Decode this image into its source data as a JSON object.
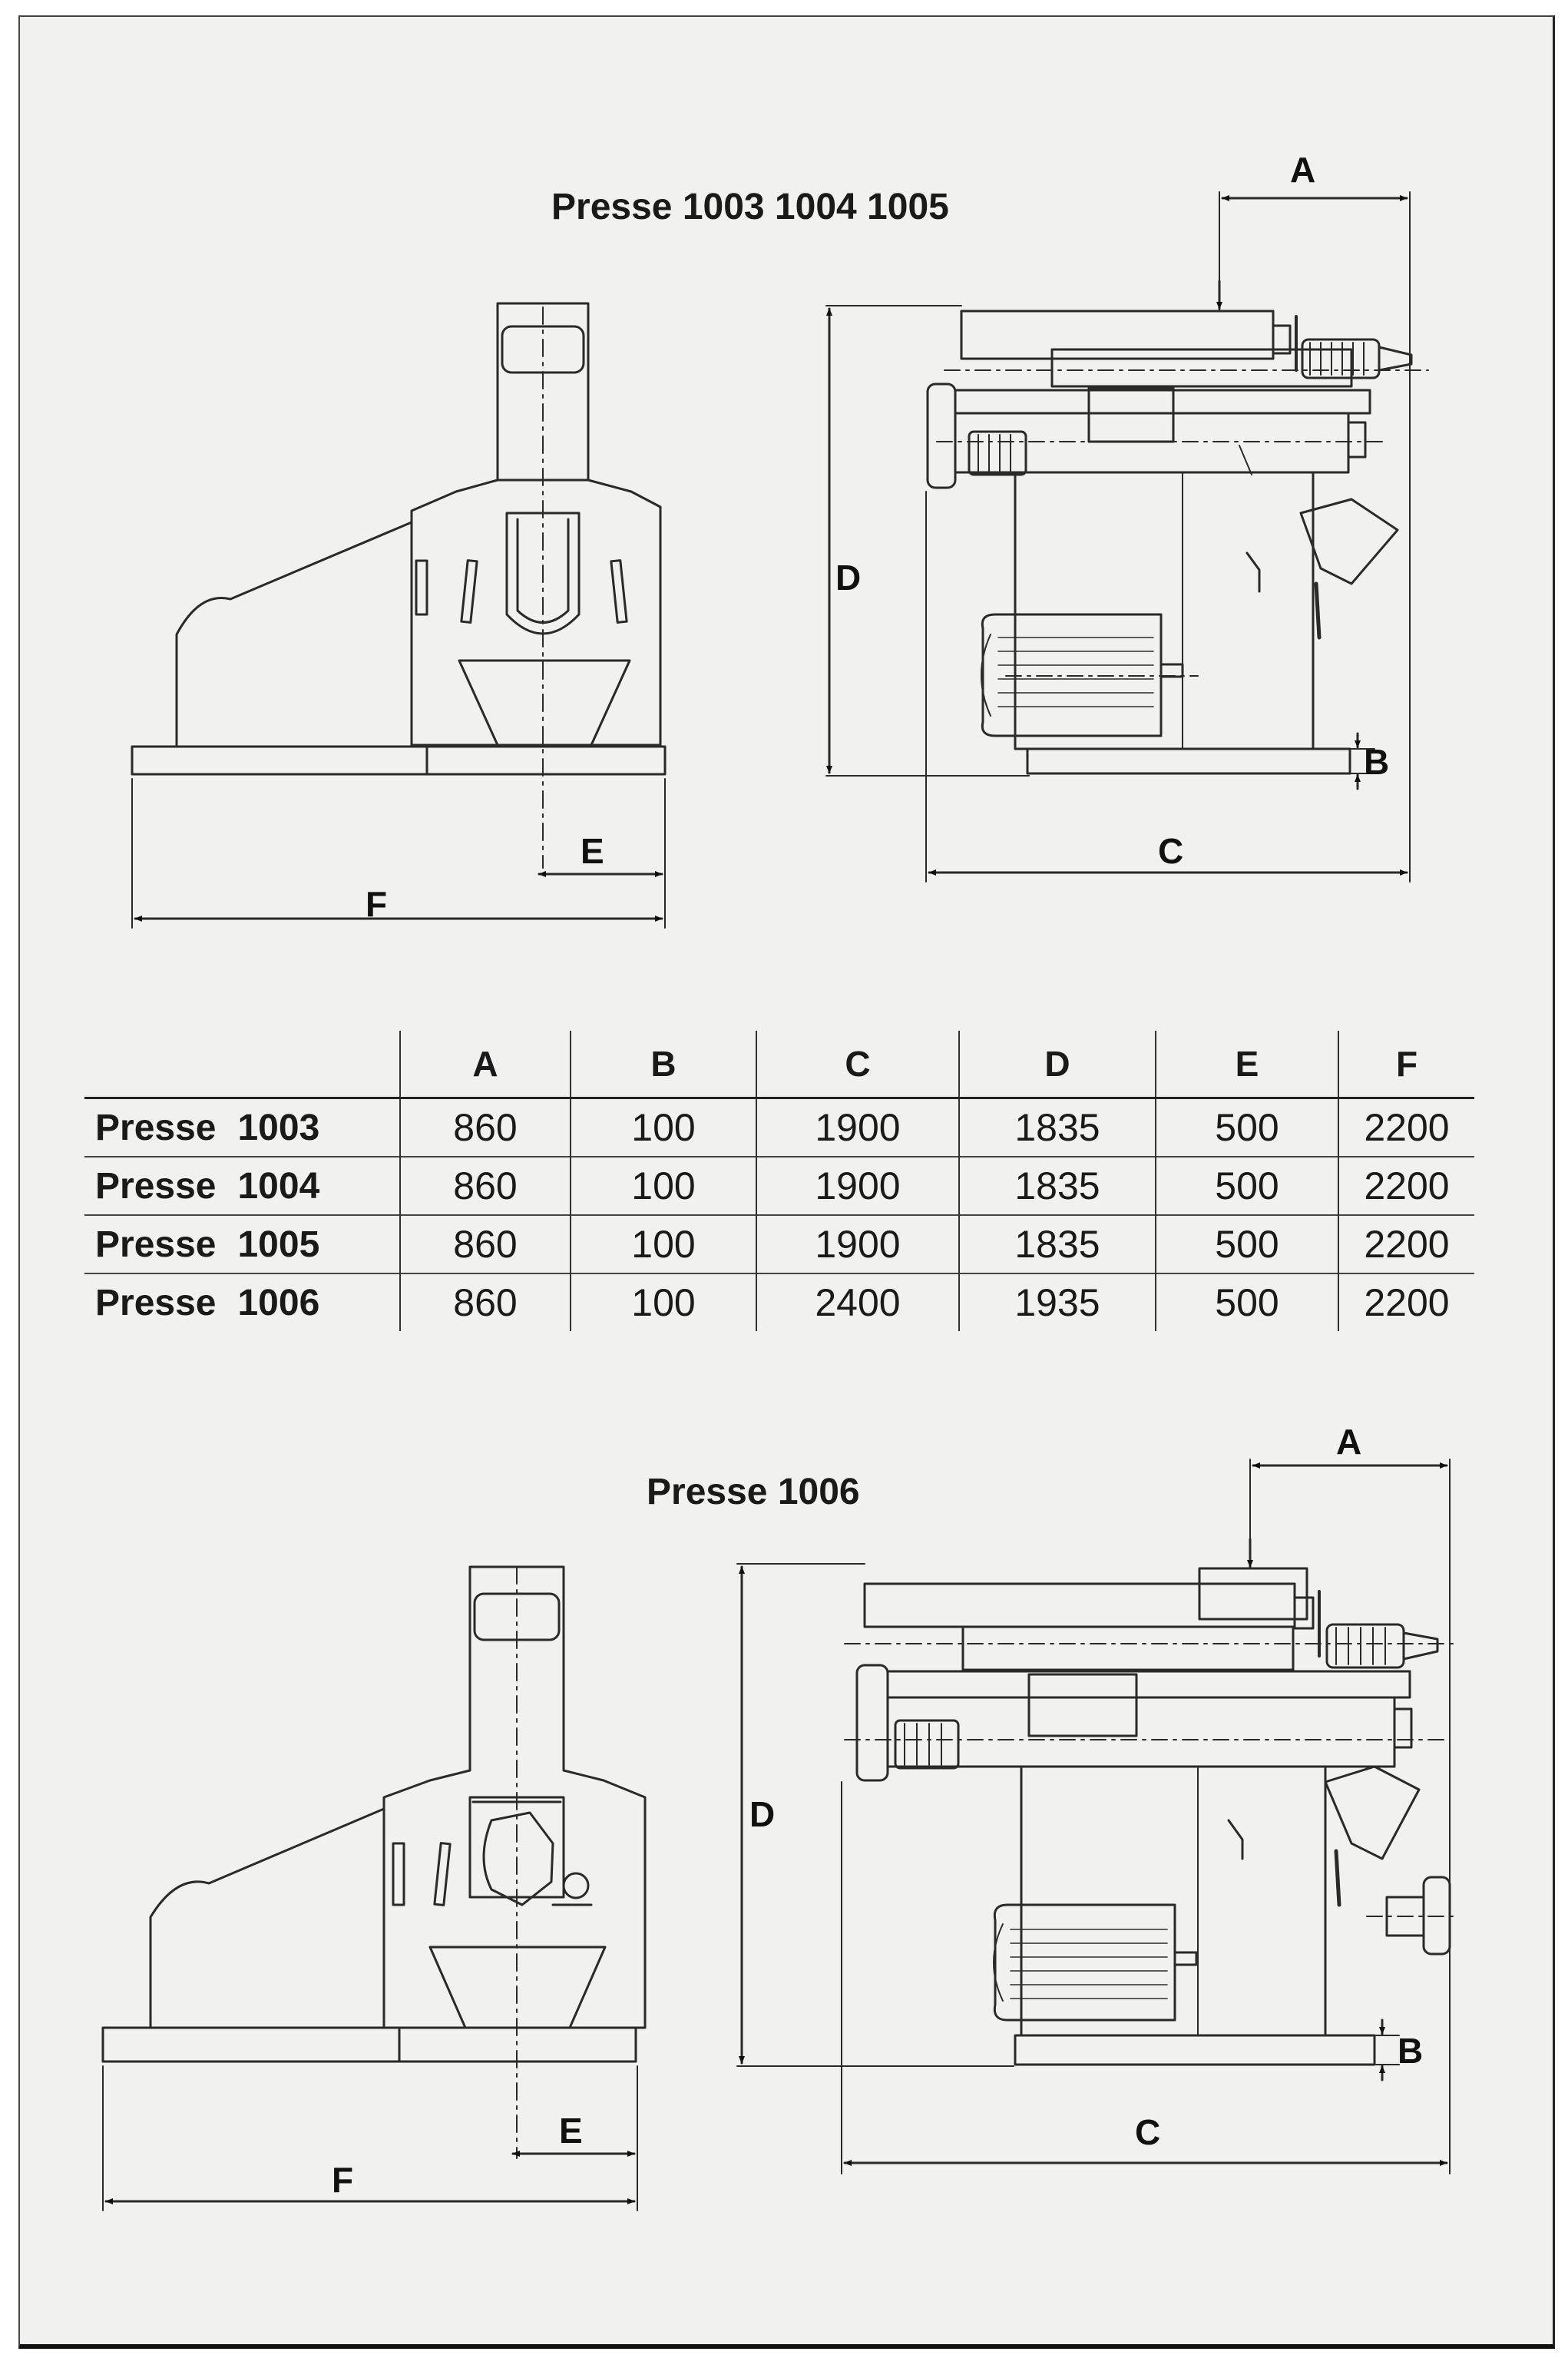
{
  "diagram": {
    "title_top": "Presse  1003 1004 1005",
    "title_bottom": "Presse 1006",
    "dimension_labels": [
      "A",
      "B",
      "C",
      "D",
      "E",
      "F"
    ]
  },
  "table": {
    "columns": [
      "A",
      "B",
      "C",
      "D",
      "E",
      "F"
    ],
    "rows": [
      {
        "label": "Presse",
        "model": "1003",
        "values": [
          "860",
          "100",
          "1900",
          "1835",
          "500",
          "2200"
        ]
      },
      {
        "label": "Presse",
        "model": "1004",
        "values": [
          "860",
          "100",
          "1900",
          "1835",
          "500",
          "2200"
        ]
      },
      {
        "label": "Presse",
        "model": "1005",
        "values": [
          "860",
          "100",
          "1900",
          "1835",
          "500",
          "2200"
        ]
      },
      {
        "label": "Presse",
        "model": "1006",
        "values": [
          "860",
          "100",
          "2400",
          "1935",
          "500",
          "2200"
        ]
      }
    ]
  },
  "colors": {
    "paper": "#f1f2ef",
    "ink": "#1a1a1a"
  }
}
